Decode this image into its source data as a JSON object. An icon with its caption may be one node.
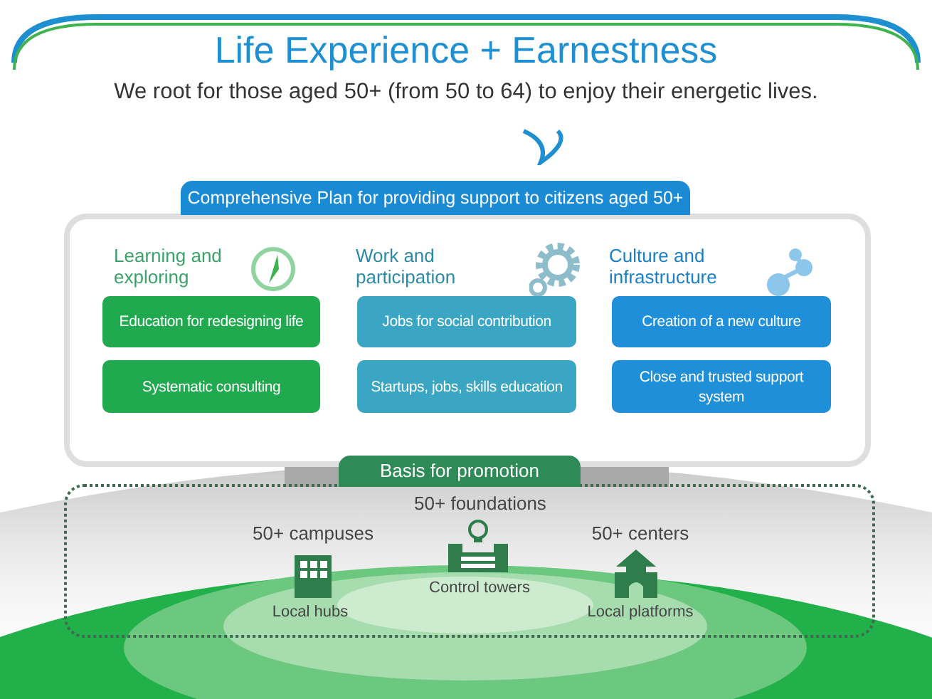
{
  "diagram": {
    "nodes": [
      {
        "text": [
          "Life Experience + Earnestness",
          "We root for those aged 50+ (from 50 to 64) to enjoy their energetic lives."
        ]
      },
      {
        "text": [
          "Comprehensive Plan for providing support to citizens aged 50+"
        ]
      },
      {
        "text": [
          "Education for redesigning life"
        ],
        "in": 1
      },
      {
        "text": [
          "Systematic consulting"
        ],
        "in": 1
      },
      {
        "text": [
          "Jobs for social contribution"
        ],
        "in": 1
      },
      {
        "text": [
          "Startups, jobs, skills education"
        ],
        "in": 1
      },
      {
        "text": [
          "Creation of a new culture"
        ],
        "in": 1
      },
      {
        "text": [
          "Close and trusted support system"
        ],
        "in": 1
      },
      {
        "text": [
          "Basis for promotion"
        ]
      }
    ],
    "edges": [],
    "labels": [
      "Learning and exploring",
      "Work and participation",
      "Culture and infrastructure",
      "50+ foundations",
      "50+ campuses",
      "50+ centers",
      "Control towers",
      "Local hubs",
      "Local platforms"
    ]
  }
}
